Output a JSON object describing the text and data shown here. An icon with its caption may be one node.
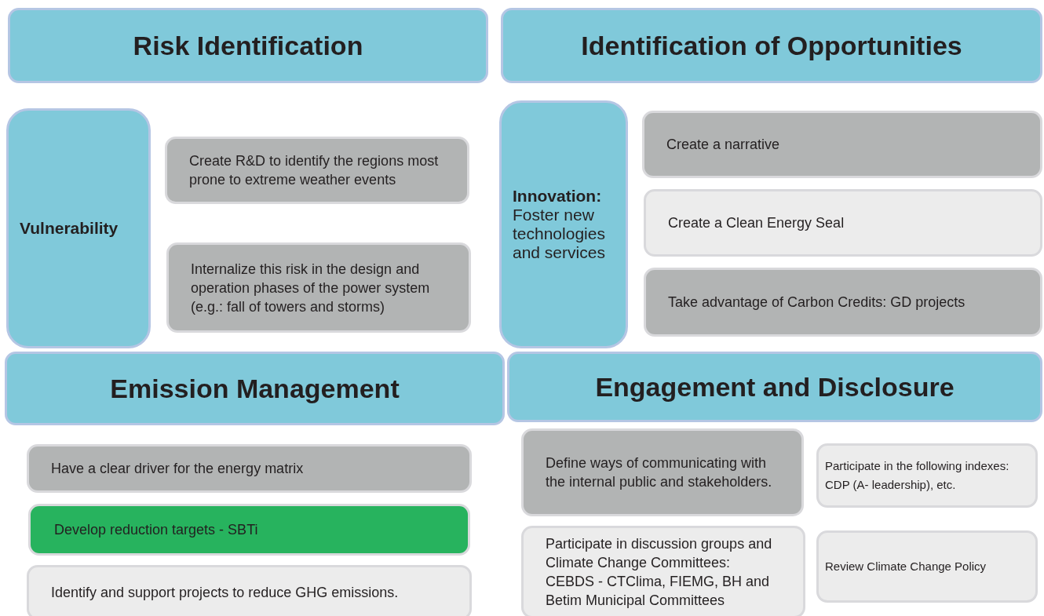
{
  "diagram": {
    "nodes": [
      {
        "text": [
          "Risk Identification"
        ]
      },
      {
        "text": [
          "Identification of Opportunities"
        ]
      },
      {
        "text": [
          "Vulnerability"
        ]
      },
      {
        "text": [
          "Create R&D to identify the regions most prone to extreme weather events"
        ]
      },
      {
        "text": [
          "Internalize this risk in the design and operation phases of the power system (e.g.: fall of towers and storms)"
        ]
      },
      {
        "text": [
          "Innovation:",
          "Foster new technologies and services"
        ]
      },
      {
        "text": [
          "Create a narrative"
        ]
      },
      {
        "text": [
          "Create a Clean Energy Seal"
        ]
      },
      {
        "text": [
          "Take advantage of Carbon Credits: GD projects"
        ]
      },
      {
        "text": [
          "Emission Management"
        ]
      },
      {
        "text": [
          "Engagement and Disclosure"
        ]
      },
      {
        "text": [
          "Have a clear driver for the energy matrix"
        ]
      },
      {
        "text": [
          "Develop reduction targets - SBTi"
        ]
      },
      {
        "text": [
          "Identify and support projects to reduce GHG emissions."
        ]
      },
      {
        "text": [
          "Define ways of communicating with the internal public and stakeholders."
        ]
      },
      {
        "text": [
          "Participate in the following indexes: CDP (A- leadership), etc."
        ]
      },
      {
        "text": [
          "Participate in discussion groups and Climate Change Committees: CEBDS - CTClima, FIEMG, BH and Betim Municipal Committees"
        ]
      },
      {
        "text": [
          "Review Climate Change Policy"
        ]
      }
    ]
  }
}
